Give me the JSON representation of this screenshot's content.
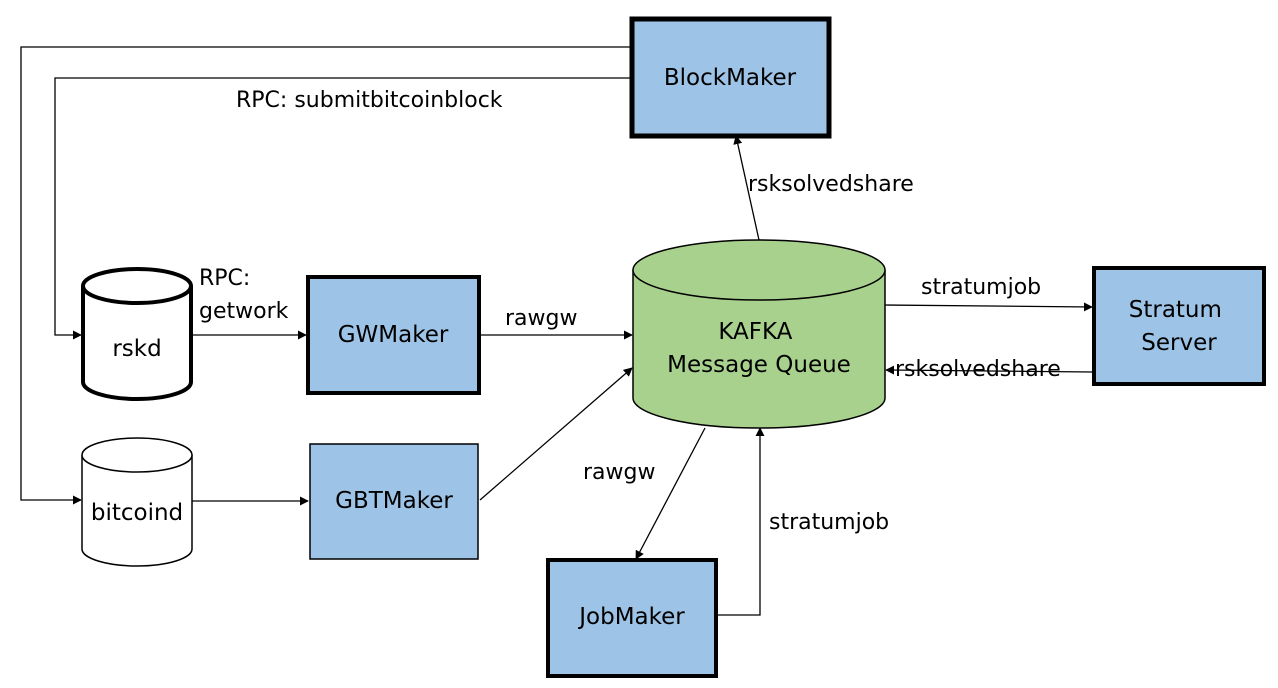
{
  "colors": {
    "box_fill": "#9dc3e6",
    "kafka_fill": "#a9d18e",
    "db_fill": "#ffffff",
    "stroke": "#000000"
  },
  "nodes": {
    "blockmaker": "BlockMaker",
    "gwmaker": "GWMaker",
    "gbtmaker": "GBTMaker",
    "jobmaker": "JobMaker",
    "stratum_server": [
      "Stratum",
      "Server"
    ],
    "kafka": [
      "KAFKA",
      "Message Queue"
    ],
    "rskd": "rskd",
    "bitcoind": "bitcoind"
  },
  "edge_labels": {
    "submitbitcoinblock": "RPC: submitbitcoinblock",
    "getwork": [
      "RPC:",
      "getwork"
    ],
    "rawgw_gwmaker": "rawgw",
    "rsksolvedshare_blockmaker": "rsksolvedshare",
    "stratumjob_server": "stratumjob",
    "rsksolvedshare_server": "rsksolvedshare",
    "rawgw_jobmaker": "rawgw",
    "stratumjob_jobmaker": "stratumjob"
  }
}
